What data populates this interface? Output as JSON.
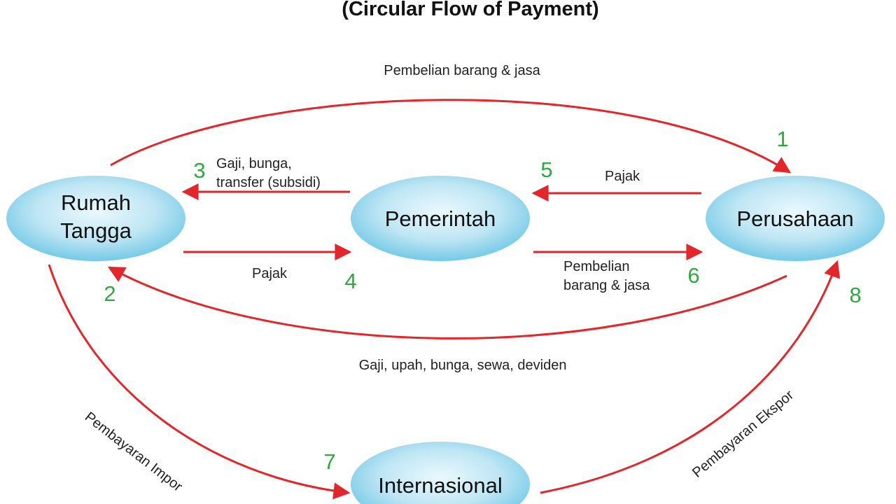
{
  "title": "(Circular Flow of Payment)",
  "colors": {
    "arrow": "#e3262b",
    "number": "#2daa3f",
    "node_fill_light": "#eaf8fd",
    "node_fill_dark": "#6fc7e6"
  },
  "nodes": {
    "rumah_tangga": {
      "line1": "Rumah",
      "line2": "Tangga"
    },
    "pemerintah": {
      "label": "Pemerintah"
    },
    "perusahaan": {
      "label": "Perusahaan"
    },
    "internasional": {
      "label": "Internasional"
    }
  },
  "flows": {
    "f1": {
      "number": "1",
      "label": "Pembelian barang & jasa"
    },
    "f2": {
      "number": "2",
      "label": "Gaji, upah, bunga, sewa, deviden"
    },
    "f3": {
      "number": "3",
      "line1": "Gaji, bunga,",
      "line2": "transfer (subsidi)"
    },
    "f4": {
      "number": "4",
      "label": "Pajak"
    },
    "f5": {
      "number": "5",
      "label": "Pajak"
    },
    "f6": {
      "number": "6",
      "line1": "Pembelian",
      "line2": "barang & jasa"
    },
    "f7": {
      "number": "7",
      "label": "Pembayaran Impor"
    },
    "f8": {
      "number": "8",
      "label": "Pembayaran Ekspor"
    }
  }
}
